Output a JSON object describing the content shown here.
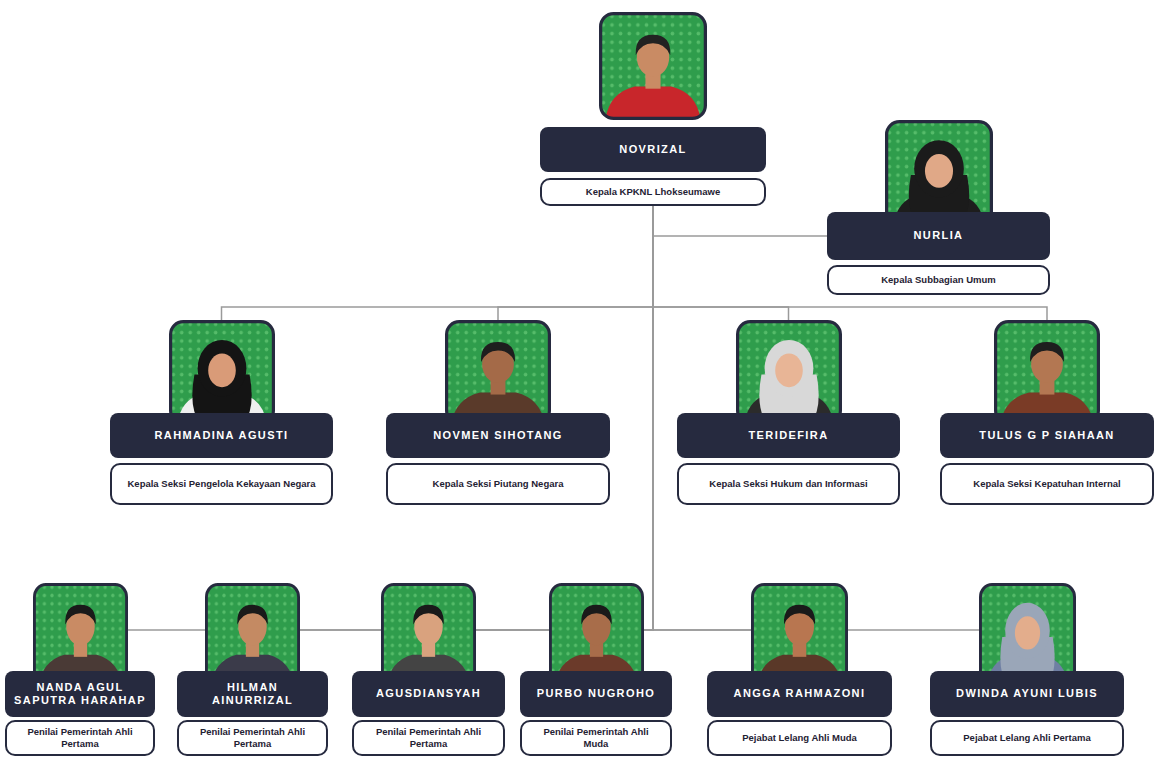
{
  "diagram": {
    "nodes": [
      {
        "text": [
          "NOVRIZAL",
          "Kepala KPKNL Lhokseumawe"
        ]
      },
      {
        "text": [
          "NURLIA",
          "Kepala Subbagian Umum"
        ]
      },
      {
        "text": [
          "RAHMADINA AGUSTI",
          "Kepala Seksi Pengelola Kekayaan Negara"
        ]
      },
      {
        "text": [
          "NOVMEN SIHOTANG",
          "Kepala Seksi Piutang Negara"
        ]
      },
      {
        "text": [
          "TERIDEFIRA",
          "Kepala Seksi Hukum dan Informasi"
        ]
      },
      {
        "text": [
          "TULUS G P SIAHAAN",
          "Kepala Seksi Kepatuhan Internal"
        ]
      },
      {
        "text": [
          "NANDA AGUL SAPUTRA HARAHAP",
          "Penilai Pemerintah Ahli Pertama"
        ]
      },
      {
        "text": [
          "HILMAN AINURRIZAL",
          "Penilai Pemerintah Ahli Pertama"
        ]
      },
      {
        "text": [
          "AGUSDIANSYAH",
          "Penilai Pemerintah Ahli Pertama"
        ]
      },
      {
        "text": [
          "PURBO NUGROHO",
          "Penilai Pemerintah Ahli Muda"
        ]
      },
      {
        "text": [
          "ANGGA RAHMAZONI",
          "Pejabat Lelang Ahli Muda"
        ]
      },
      {
        "text": [
          "DWINDA AYUNI LUBIS",
          "Pejabat Lelang Ahli Pertama"
        ]
      }
    ],
    "edges": [
      {
        "from": 0,
        "to": 1,
        "arrow": "none"
      },
      {
        "from": 0,
        "to": 2,
        "arrow": "none"
      },
      {
        "from": 0,
        "to": 3,
        "arrow": "none"
      },
      {
        "from": 0,
        "to": 4,
        "arrow": "none"
      },
      {
        "from": 0,
        "to": 5,
        "arrow": "none"
      },
      {
        "from": 0,
        "to": 6,
        "arrow": "none"
      },
      {
        "from": 0,
        "to": 7,
        "arrow": "none"
      },
      {
        "from": 0,
        "to": 8,
        "arrow": "none"
      },
      {
        "from": 0,
        "to": 9,
        "arrow": "none"
      },
      {
        "from": 0,
        "to": 10,
        "arrow": "none"
      },
      {
        "from": 0,
        "to": 11,
        "arrow": "none"
      }
    ]
  }
}
